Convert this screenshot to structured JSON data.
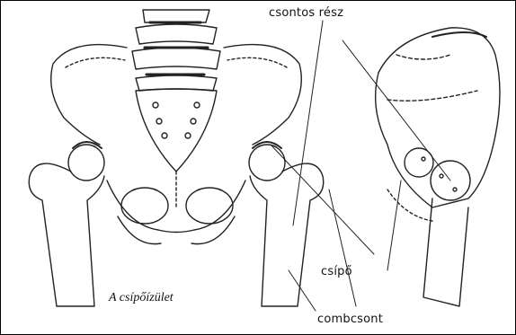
{
  "labels": {
    "bony_part": "csontos rész",
    "hip": "csípő",
    "femur": "combcsont"
  },
  "caption": "A csípőízület",
  "icons": [
    "pelvis-front-illustration",
    "hip-joint-side-illustration"
  ],
  "colors": {
    "line": "#222222",
    "background": "#ffffff",
    "border": "#000000"
  }
}
